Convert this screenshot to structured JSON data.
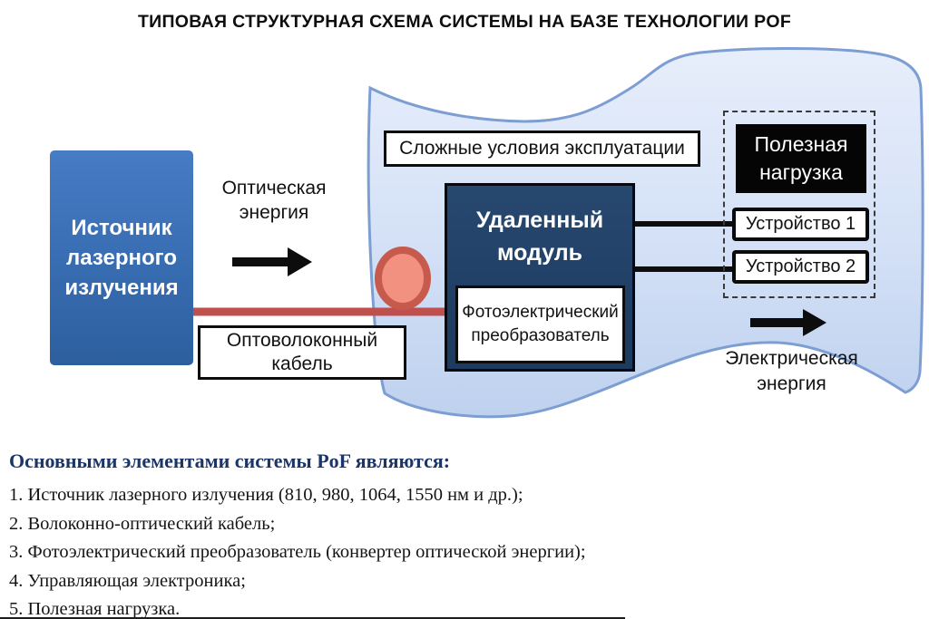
{
  "title": "ТИПОВАЯ СТРУКТУРНАЯ СХЕМА СИСТЕМЫ НА БАЗЕ  ТЕХНОЛОГИИ POF",
  "diagram": {
    "laser_source": "Источник лазерного излучения",
    "optical_energy": "Оптическая энергия",
    "fiber_cable": "Оптоволоконный кабель",
    "harsh_conditions": "Сложные условия эксплуатации",
    "remote_module": "Удаленный модуль",
    "photoelectric_converter": "Фотоэлектрический преобразователь",
    "payload": "Полезная нагрузка",
    "device1": "Устройство 1",
    "device2": "Устройство 2",
    "electrical_energy": "Электрическая энергия"
  },
  "legend": {
    "heading": "Основными элементами системы PoF являются:",
    "items": [
      "1. Источник лазерного излучения (810, 980, 1064, 1550 нм и др.);",
      "2. Волоконно-оптический кабель;",
      "3. Фотоэлектрический преобразователь (конвертер оптической энергии);",
      "4. Управляющая электроника;",
      "5. Полезная нагрузка."
    ]
  },
  "colors": {
    "laser_box_top": "#477cc4",
    "laser_box_bottom": "#2d5f9e",
    "remote_module_bg": "#1d3a60",
    "cloud_fill_top": "#e7eefb",
    "cloud_fill_mid": "#d3e0f6",
    "cloud_fill_bottom": "#bed1ee",
    "cloud_border": "#7d9ed3",
    "fiber_red": "#c0504d",
    "fiber_loop_fill": "#f2917f",
    "fiber_loop_border": "#c65a4d",
    "payload_bg": "#050505",
    "connector_black": "#0d0d0d",
    "heading_blue": "#1b3666"
  }
}
